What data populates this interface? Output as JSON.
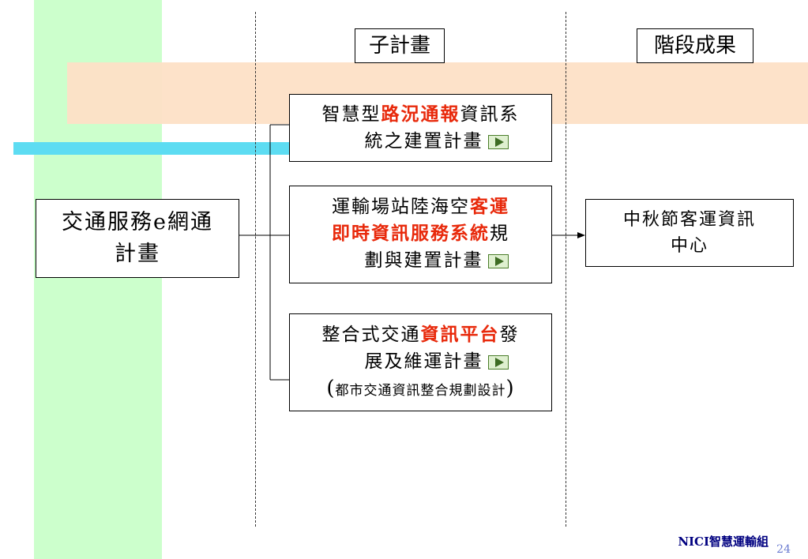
{
  "headers": {
    "sub_plan": "子計畫",
    "stage_result": "階段成果"
  },
  "main_plan": {
    "line1": "交通服務e網通",
    "line2": "計畫"
  },
  "sub_plans": [
    {
      "parts_l1": [
        {
          "text": "智慧型",
          "hl": false
        },
        {
          "text": "路況通報",
          "hl": true
        },
        {
          "text": "資訊系",
          "hl": false
        }
      ],
      "line2": "統之建置計畫",
      "has_link_icon": true
    },
    {
      "parts_l1": [
        {
          "text": "運輸場站陸海空",
          "hl": false
        },
        {
          "text": "客運",
          "hl": true
        }
      ],
      "parts_l2": [
        {
          "text": "即時資訊服務系統",
          "hl": true
        },
        {
          "text": "規",
          "hl": false
        }
      ],
      "line3": "劃與建置計畫",
      "has_link_icon": true
    },
    {
      "parts_l1": [
        {
          "text": "整合式交通",
          "hl": false
        },
        {
          "text": "資訊平台",
          "hl": true
        },
        {
          "text": "發",
          "hl": false
        }
      ],
      "line2": "展及維運計畫",
      "line3": "都市交通資訊整合規劃設計",
      "has_link_icon": true
    }
  ],
  "result": {
    "line1": "中秋節客運資訊",
    "line2": "中心"
  },
  "footer": {
    "org": "NICI智慧運輸組",
    "page_number": "24"
  },
  "colors": {
    "highlight": "#e8290b",
    "green_band": "#ccffcc",
    "orange_band": "#fde0c6",
    "cyan_band": "#5ddcf2"
  }
}
